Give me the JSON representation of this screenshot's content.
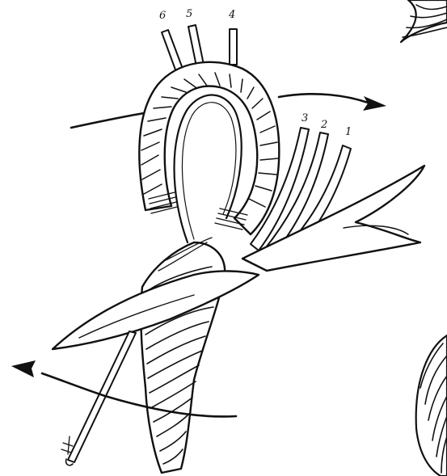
{
  "labels": {
    "strand_6": "6",
    "strand_5": "5",
    "strand_4": "4",
    "strand_3": "3",
    "strand_2": "2",
    "strand_1": "1"
  },
  "colors": {
    "ink": "#111111",
    "paper": "#ffffff"
  }
}
